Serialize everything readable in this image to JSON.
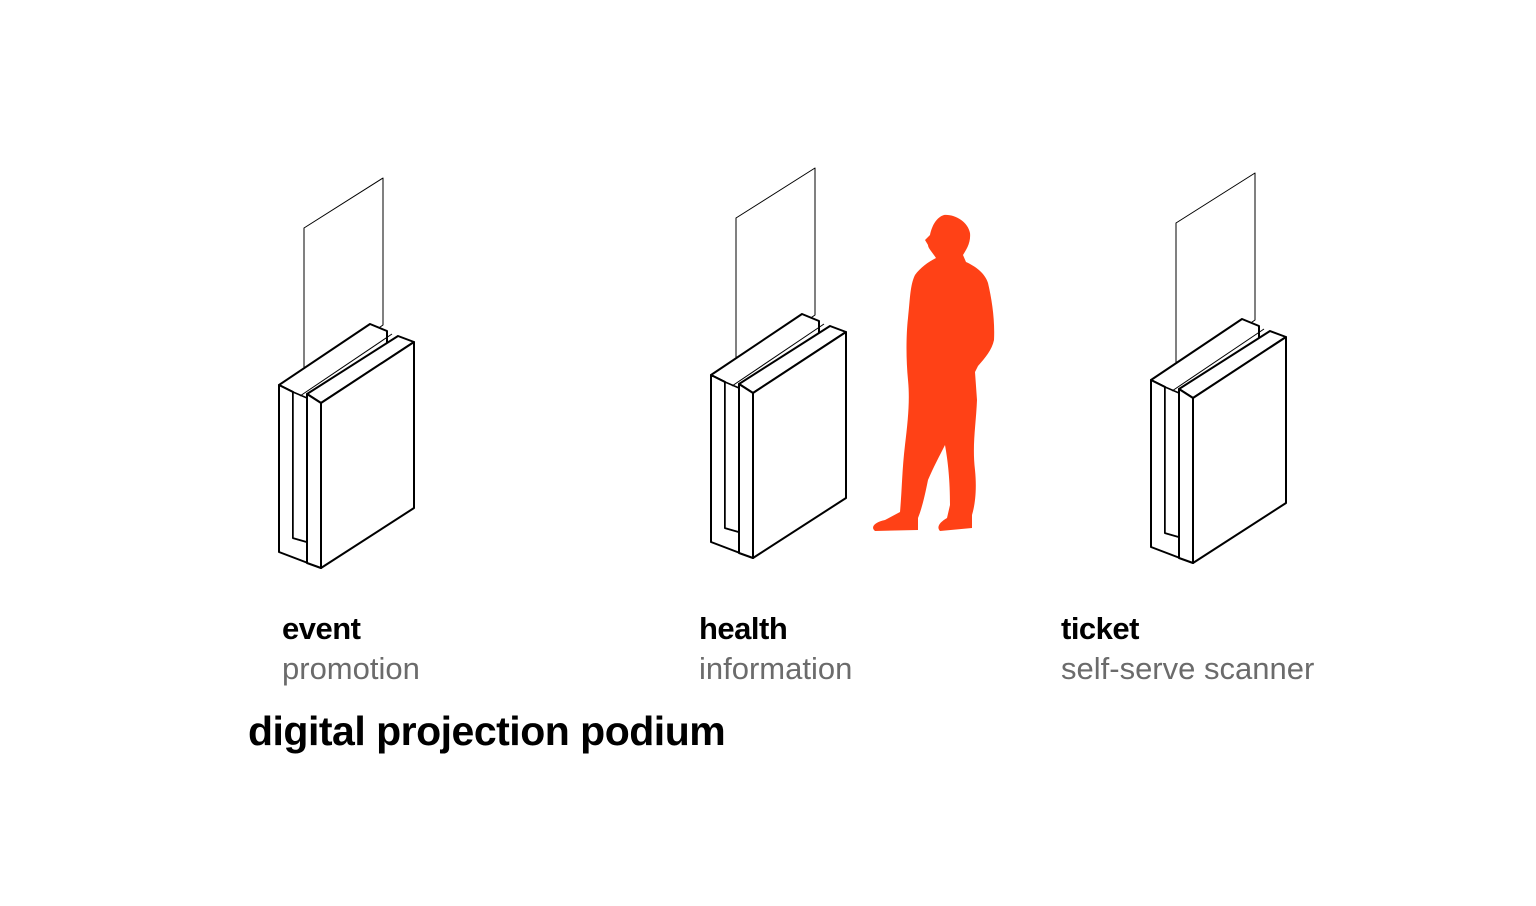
{
  "colors": {
    "accent": "#ff4116",
    "line": "#000000",
    "subtitle": "#6b6b6b"
  },
  "podiums": [
    {
      "title": "event",
      "subtitle": "promotion"
    },
    {
      "title": "health",
      "subtitle": "information"
    },
    {
      "title": "ticket",
      "subtitle": "self-serve scanner"
    }
  ],
  "figure": "person-silhouette",
  "caption": "digital projection podium"
}
